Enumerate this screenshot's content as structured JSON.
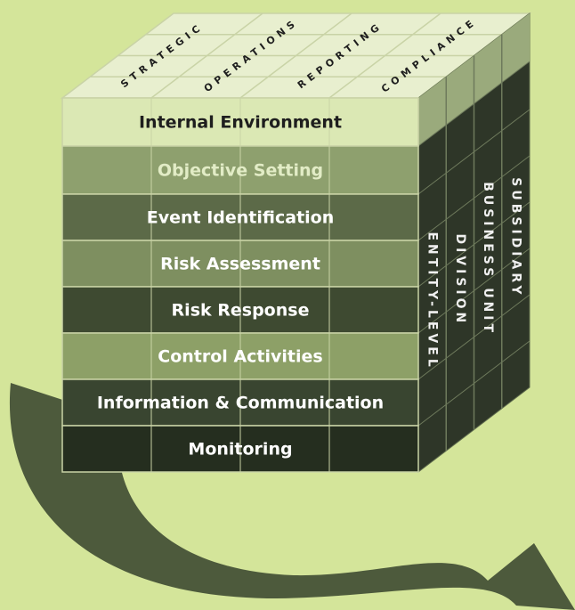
{
  "objectives": [
    "STRATEGIC",
    "OPERATIONS",
    "REPORTING",
    "COMPLIANCE"
  ],
  "components": [
    {
      "label": "Internal Environment",
      "fill": "#dbe8b4",
      "text": "#1e1e1e"
    },
    {
      "label": "Objective Setting",
      "fill": "#8ea06e",
      "text": "#e2ecc6"
    },
    {
      "label": "Event Identification",
      "fill": "#5c6a48",
      "text": "#ffffff"
    },
    {
      "label": "Risk Assessment",
      "fill": "#7e8f60",
      "text": "#ffffff"
    },
    {
      "label": "Risk Response",
      "fill": "#3e4a31",
      "text": "#ffffff"
    },
    {
      "label": "Control Activities",
      "fill": "#8da067",
      "text": "#ffffff"
    },
    {
      "label": "Information & Communication",
      "fill": "#394530",
      "text": "#ffffff"
    },
    {
      "label": "Monitoring",
      "fill": "#252e1f",
      "text": "#ffffff"
    }
  ],
  "units": [
    "ENTITY-LEVEL",
    "DIVISION",
    "BUSINESS UNIT",
    "SUBSIDIARY"
  ],
  "colors": {
    "background": "#d4e59a",
    "top_face": "#e8efcf",
    "side_face": "#2e3628",
    "arrow": "#4d5a3c",
    "grid_line": "#c9d3a6"
  }
}
